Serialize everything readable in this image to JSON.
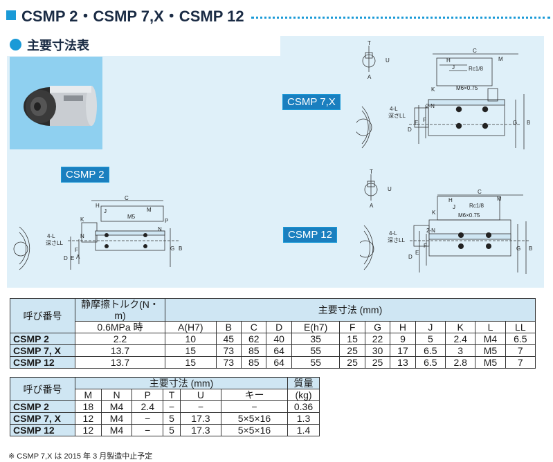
{
  "header": {
    "title": "CSMP 2・CSMP 7,X・CSMP 12"
  },
  "section": {
    "title": "主要寸法表"
  },
  "labels": {
    "csmp7x": "CSMP 7,X",
    "csmp2": "CSMP 2",
    "csmp12": "CSMP 12"
  },
  "drawing": {
    "dims": [
      "T",
      "U",
      "A",
      "C",
      "H",
      "J",
      "M",
      "K",
      "N",
      "F",
      "G",
      "B",
      "D",
      "E",
      "P",
      "Rc1/8",
      "M6×0.75",
      "M5",
      "2-N",
      "4-L",
      "深さLL"
    ]
  },
  "table1": {
    "head_name": "呼び番号",
    "head_torque": "静摩擦トルク(N・m)",
    "head_torque_sub": "0.6MPa 時",
    "head_dims": "主要寸法 (mm)",
    "cols": [
      "A(H7)",
      "B",
      "C",
      "D",
      "E(h7)",
      "F",
      "G",
      "H",
      "J",
      "K",
      "L",
      "LL"
    ],
    "rows": [
      {
        "name": "CSMP 2",
        "torque": "2.2",
        "vals": [
          "10",
          "45",
          "62",
          "40",
          "35",
          "15",
          "22",
          "9",
          "5",
          "2.4",
          "M4",
          "6.5"
        ]
      },
      {
        "name": "CSMP 7, X",
        "torque": "13.7",
        "vals": [
          "15",
          "73",
          "85",
          "64",
          "55",
          "25",
          "30",
          "17",
          "6.5",
          "3",
          "M5",
          "7"
        ]
      },
      {
        "name": "CSMP 12",
        "torque": "13.7",
        "vals": [
          "15",
          "73",
          "85",
          "64",
          "55",
          "25",
          "25",
          "13",
          "6.5",
          "2.8",
          "M5",
          "7"
        ]
      }
    ]
  },
  "table2": {
    "head_name": "呼び番号",
    "head_dims": "主要寸法 (mm)",
    "head_mass": "質量",
    "head_mass_unit": "(kg)",
    "cols": [
      "M",
      "N",
      "P",
      "T",
      "U",
      "キー"
    ],
    "rows": [
      {
        "name": "CSMP 2",
        "vals": [
          "18",
          "M4",
          "2.4",
          "−",
          "−",
          "−"
        ],
        "mass": "0.36"
      },
      {
        "name": "CSMP 7, X",
        "vals": [
          "12",
          "M4",
          "−",
          "5",
          "17.3",
          "5×5×16"
        ],
        "mass": "1.3"
      },
      {
        "name": "CSMP 12",
        "vals": [
          "12",
          "M4",
          "−",
          "5",
          "17.3",
          "5×5×16"
        ],
        "mass": "1.4"
      }
    ]
  },
  "note": "※ CSMP 7,X は 2015 年 3 月製造中止予定",
  "colors": {
    "accent": "#1a9ad7",
    "panel": "#dff0f9",
    "header_cell": "#cfe6f3"
  }
}
